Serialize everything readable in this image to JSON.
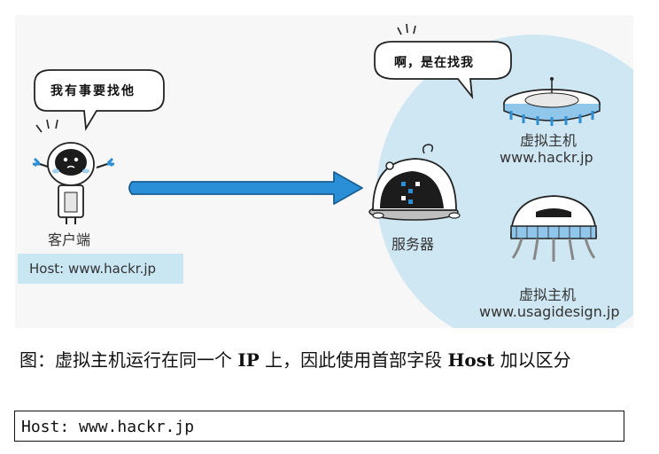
{
  "figure": {
    "client_bubble": "我有事要找他",
    "server_bubble": "啊，是在找我",
    "client_label": "客户端",
    "client_host": "Host: www.hackr.jp",
    "server_label": "服务器",
    "vhost1_title": "虚拟主机",
    "vhost1_domain": "www.hackr.jp",
    "vhost2_title": "虚拟主机",
    "vhost2_domain": "www.usagidesign.jp"
  },
  "caption": {
    "prefix": "图：虚拟主机运行在同一个 ",
    "ip": "IP",
    "middle": " 上，因此使用首部字段 ",
    "host": "Host",
    "suffix": " 加以区分"
  },
  "code": {
    "text": "Host: www.hackr.jp"
  },
  "colors": {
    "arrow": "#2b8fd8",
    "circle": "#cfe7f3",
    "host_box": "#c9e6f3"
  }
}
